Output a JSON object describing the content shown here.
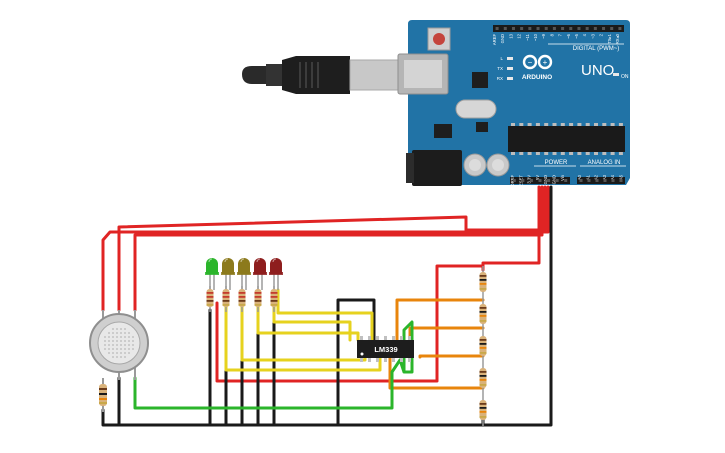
{
  "board": {
    "brand": "ARDUINO",
    "model": "UNO",
    "on_label": "ON",
    "digital_header_label": "DIGITAL (PWM~)",
    "power_header_label": "POWER",
    "analog_header_label": "ANALOG IN",
    "led_labels": [
      "L",
      "TX",
      "RX"
    ],
    "digital_pins": [
      "AREF",
      "GND",
      "13",
      "12",
      "~11",
      "~10",
      "~9",
      "8",
      "7",
      "~6",
      "~5",
      "4",
      "~3",
      "2",
      "TX▸1",
      "RX◂0"
    ],
    "power_pins": [
      "IOREF",
      "RESET",
      "3.3V",
      "5V",
      "GND",
      "GND",
      "Vin"
    ],
    "analog_pins": [
      "A0",
      "A1",
      "A2",
      "A3",
      "A4",
      "A5"
    ]
  },
  "comparator": {
    "label": "LM339"
  },
  "leds": {
    "colors": [
      "#2bb52b",
      "#8c7a1c",
      "#8c7a1c",
      "#8e1e1e",
      "#8e1e1e"
    ]
  },
  "wire_colors": {
    "power": "#e02424",
    "ground": "#1a1a1a",
    "signal_yellow": "#e6d21e",
    "signal_orange": "#e8850c",
    "sensor_green": "#2bb52b"
  }
}
